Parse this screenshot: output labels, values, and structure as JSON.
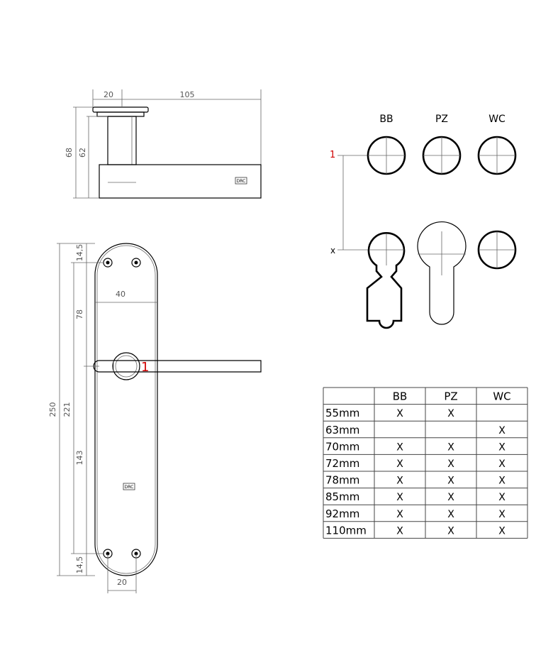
{
  "top_view_dims": {
    "base_width": "20",
    "lever_length": "105",
    "height_total": "68",
    "height_lever": "62"
  },
  "plate_dims": {
    "length": "250",
    "hole_spacing": "221",
    "top_edge": "14,5",
    "bottom_edge": "14,5",
    "to_handle": "78",
    "handle_to_lower": "143",
    "plate_width": "40",
    "bottom_width": "20"
  },
  "markers": {
    "one_top": "1",
    "one_plate": "1",
    "x_mark": "x"
  },
  "keyhole_types": [
    "BB",
    "PZ",
    "WC"
  ],
  "logo_text": "DRC",
  "table": {
    "headers": [
      "",
      "BB",
      "PZ",
      "WC"
    ],
    "rows": [
      [
        "55mm",
        "X",
        "X",
        ""
      ],
      [
        "63mm",
        "",
        "",
        "X"
      ],
      [
        "70mm",
        "X",
        "X",
        "X"
      ],
      [
        "72mm",
        "X",
        "X",
        "X"
      ],
      [
        "78mm",
        "X",
        "X",
        "X"
      ],
      [
        "85mm",
        "X",
        "X",
        "X"
      ],
      [
        "92mm",
        "X",
        "X",
        "X"
      ],
      [
        "110mm",
        "X",
        "X",
        "X"
      ]
    ]
  }
}
